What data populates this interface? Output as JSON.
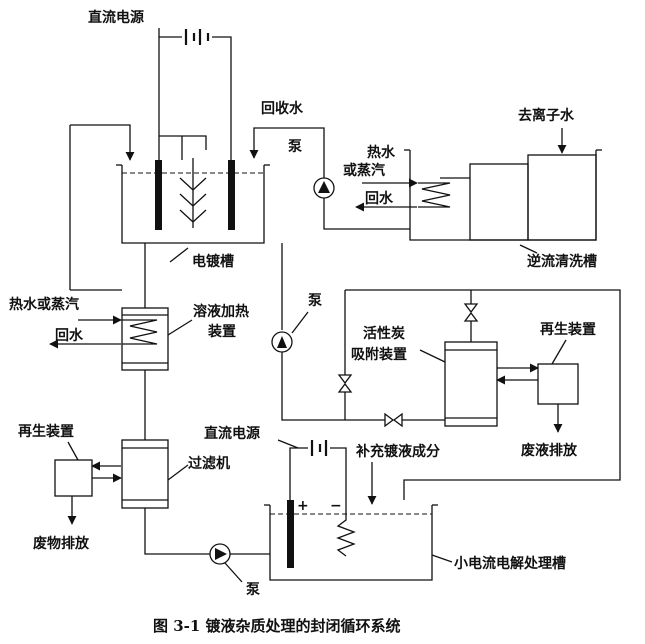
{
  "figure": {
    "caption": "图 3-1   镀液杂质处理的封闭循环系统"
  },
  "labels": {
    "dc_power_top": "直流电源",
    "recycled_water": "回收水",
    "pump_top": "泵",
    "hot_water_steam_top": "热水",
    "or_steam": "或蒸汽",
    "return_water_top": "回水",
    "deionized_water": "去离子水",
    "plating_tank": "电镀槽",
    "counterflow_rinse_tank": "逆流清洗槽",
    "hot_water_or_steam_left": "热水或蒸汽",
    "return_water_left": "回水",
    "solution_heater_line1": "溶液加热",
    "solution_heater_line2": "装置",
    "pump_mid": "泵",
    "activated_carbon_line1": "活性炭",
    "activated_carbon_line2": "吸附装置",
    "regeneration_right": "再生装置",
    "waste_liquid_discharge": "废液排放",
    "regeneration_left": "再生装置",
    "filter": "过滤机",
    "waste_discharge": "废物排放",
    "dc_power_bottom": "直流电源",
    "replenish_components": "补充镀液成分",
    "small_current_electrolysis_tank": "小电流电解处理槽",
    "pump_bottom": "泵",
    "plus_sign": "+",
    "minus_sign": "−"
  },
  "colors": {
    "line": "#111111",
    "background": "#ffffff"
  }
}
